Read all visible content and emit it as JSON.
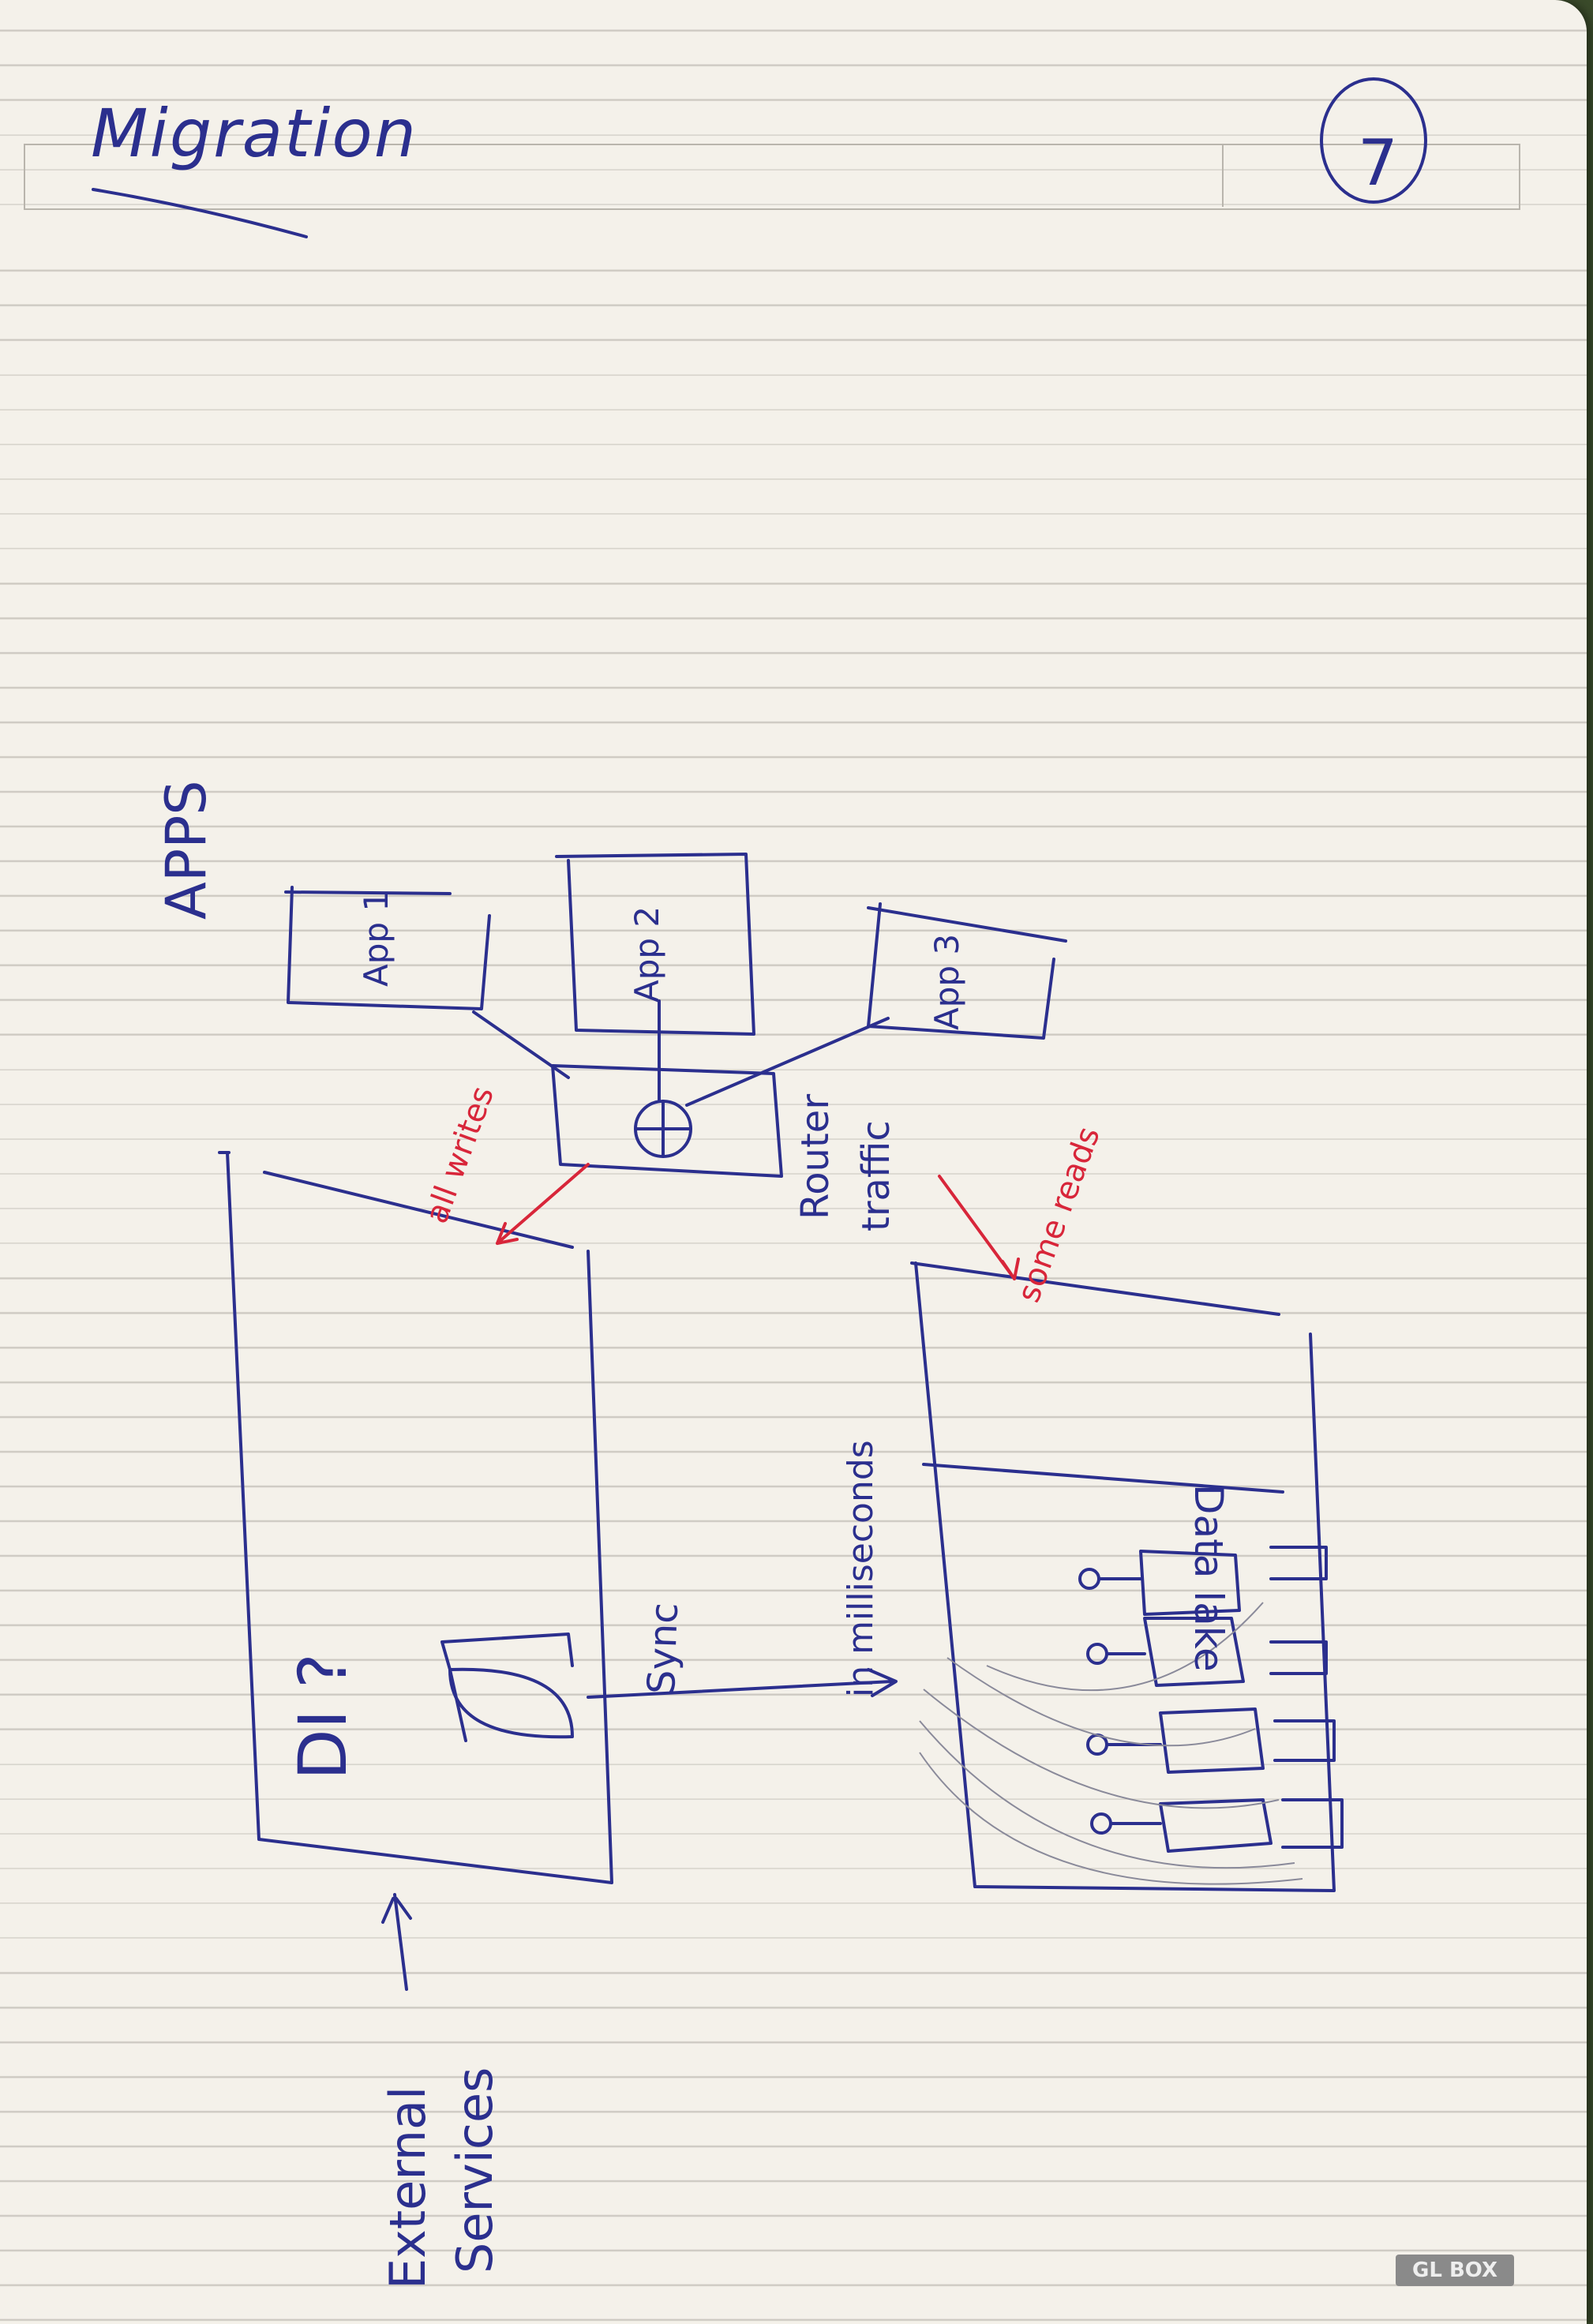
{
  "page": {
    "title": "Migration",
    "page_number": "7"
  },
  "diagram": {
    "apps_heading": "APPS",
    "apps": [
      "App 1",
      "App 2",
      "App 3"
    ],
    "router_label": "Router",
    "traffic_label": "traffic",
    "all_writes": "all writes",
    "some_reads": "some reads",
    "di_label": "DI ?",
    "sync_label": "Sync",
    "millis_label": "in milliseconds",
    "data_lake_label": "Data lake",
    "external_label": "External",
    "services_label": "Services"
  },
  "watermark": "GL BOX",
  "colors": {
    "ink": "#2b2f8e",
    "red_ink": "#d8263a",
    "pencil": "#8a8a9a"
  }
}
